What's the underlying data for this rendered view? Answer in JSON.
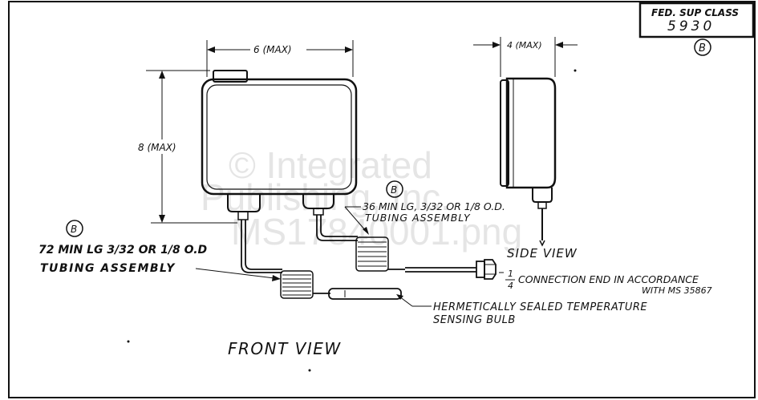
{
  "title_block": {
    "class_label": "FED. SUP CLASS",
    "class_number": "5930",
    "revision": "B"
  },
  "watermark": {
    "line1": "© Integrated",
    "line2": "Publishing, Inc.",
    "line3": "MS17840001.png"
  },
  "dimensions": {
    "width": "6 (MAX)",
    "height": "8 (MAX)",
    "depth": "4 (MAX)"
  },
  "callouts": {
    "rev_marker_left": "B",
    "rev_marker_center": "B",
    "tubing_72_line1": "72 MIN LG 3/32 OR 1/8 O.D",
    "tubing_72_line2": "TUBING ASSEMBLY",
    "tubing_36_line1": "36 MIN LG, 3/32 OR 1/8 O.D.",
    "tubing_36_line2": "TUBING ASSEMBLY",
    "connection_fraction_num": "1",
    "connection_fraction_den": "4",
    "connection_line1": "CONNECTION END  IN ACCORDANCE",
    "connection_line2": "WITH MS 35867",
    "bulb_line1": "HERMETICALLY SEALED TEMPERATURE",
    "bulb_line2": "SENSING BULB"
  },
  "views": {
    "front": "FRONT  VIEW",
    "side": "SIDE VIEW"
  }
}
